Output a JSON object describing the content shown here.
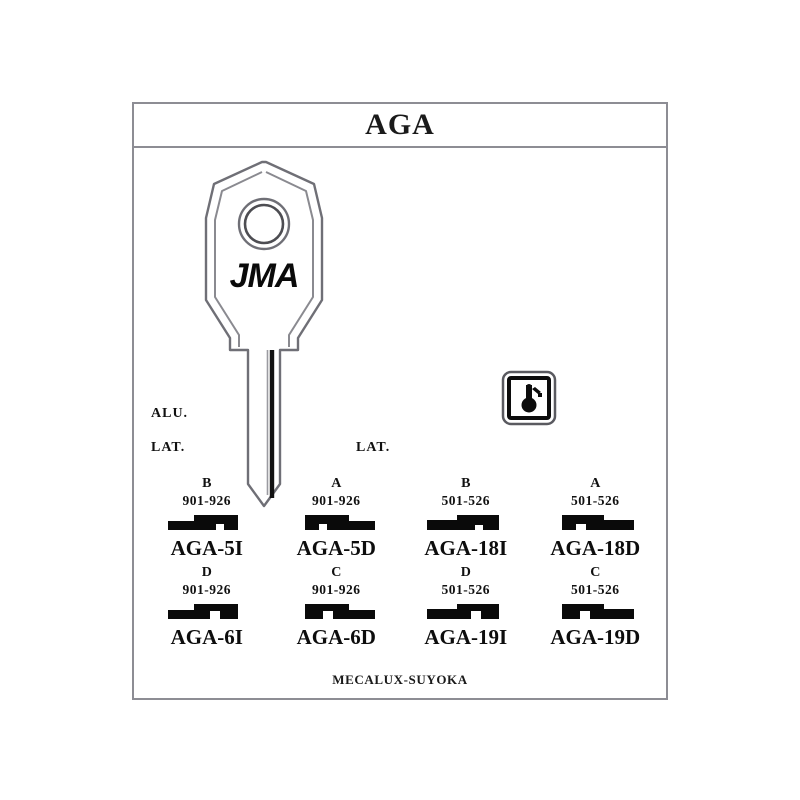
{
  "document": {
    "title": "AGA",
    "footer": "MECALUX-SUYOKA"
  },
  "key_drawing": {
    "brand_logo": "JMA",
    "head_shape": "shield-pentagon",
    "hole": "round-hole",
    "blade_groove": "center-groove"
  },
  "material_labels": {
    "alu": "ALU.",
    "lat_left": "LAT.",
    "lat_right": "LAT."
  },
  "badge": {
    "icon_name": "key-bulb-icon",
    "tooltip": ""
  },
  "colors": {
    "frame": "#8d8d94",
    "ink": "#111111",
    "profile_fill": "#0a0a0a",
    "background": "#ffffff"
  },
  "profiles": [
    [
      {
        "letter": "B",
        "range": "901-926",
        "code": "AGA-5I",
        "shape": "step-up-right-notch-bottom"
      },
      {
        "letter": "A",
        "range": "901-926",
        "code": "AGA-5D",
        "shape": "step-down-right-notch-top"
      },
      {
        "letter": "B",
        "range": "501-526",
        "code": "AGA-18I",
        "shape": "thin-left-step-up-notch-bottom"
      },
      {
        "letter": "A",
        "range": "501-526",
        "code": "AGA-18D",
        "shape": "thin-left-step-down-notch-top"
      }
    ],
    [
      {
        "letter": "D",
        "range": "901-926",
        "code": "AGA-6I",
        "shape": "step-up-right-deep-notch-bottom"
      },
      {
        "letter": "C",
        "range": "901-926",
        "code": "AGA-6D",
        "shape": "step-down-right-deep-notch-top"
      },
      {
        "letter": "D",
        "range": "501-526",
        "code": "AGA-19I",
        "shape": "thin-left-step-up-deep-notch-bottom"
      },
      {
        "letter": "C",
        "range": "501-526",
        "code": "AGA-19D",
        "shape": "thin-left-step-down-deep-notch-top"
      }
    ]
  ]
}
